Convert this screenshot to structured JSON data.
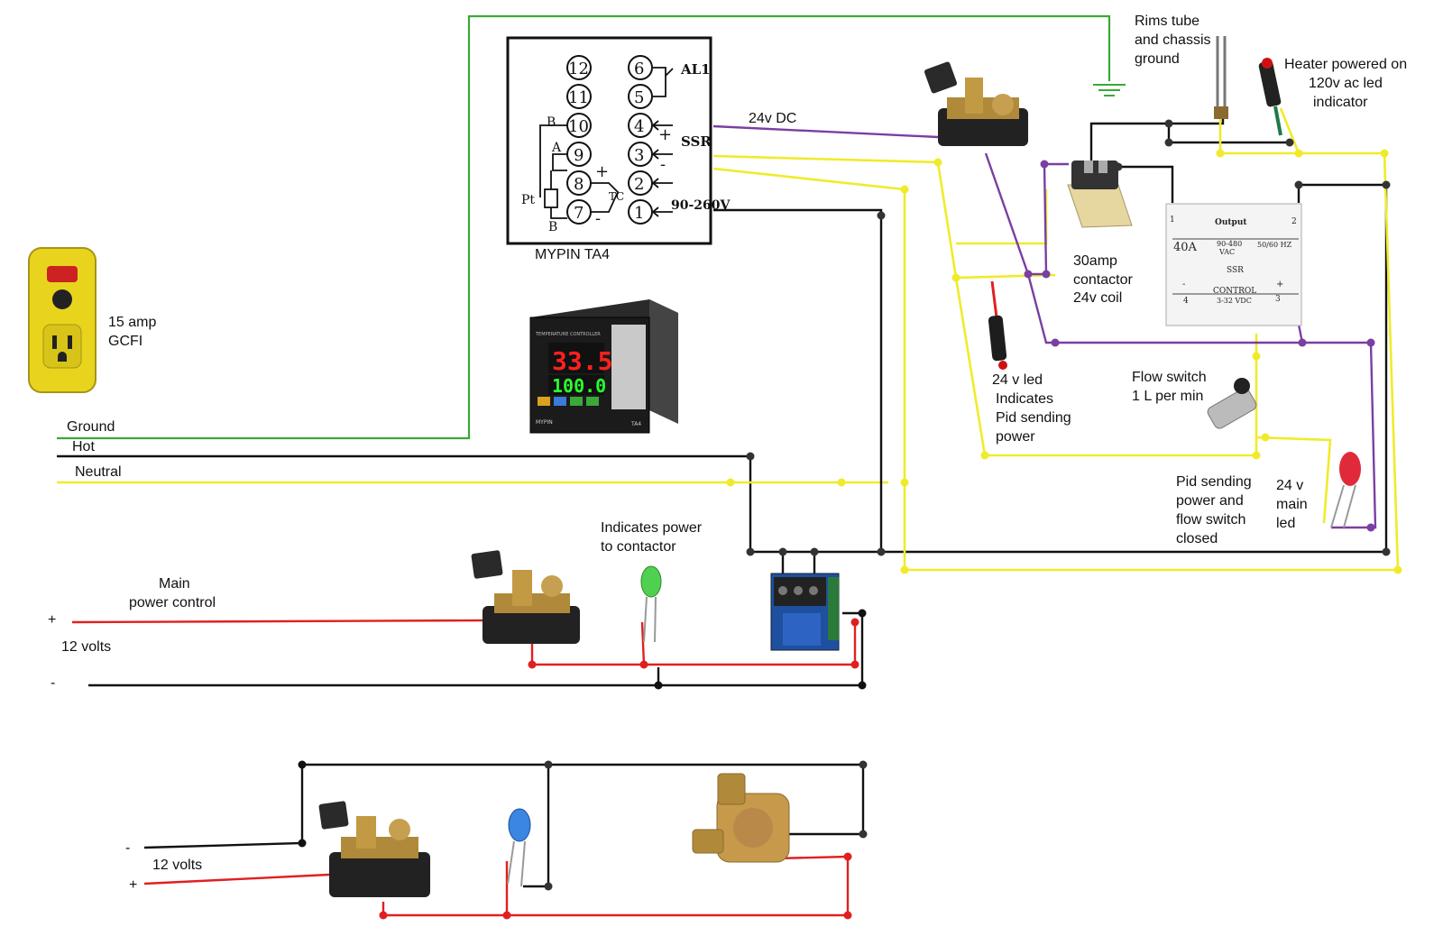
{
  "labels": {
    "gcfi": [
      "15 amp",
      "GCFI"
    ],
    "ground": "Ground",
    "hot": "Hot",
    "neutral": "Neutral",
    "mypin": "MYPIN TA4",
    "dc24": "24v  DC",
    "rims": [
      "Rims tube",
      "and chassis",
      "ground"
    ],
    "heater_led": [
      "Heater powered on",
      "120v ac led",
      "indicator"
    ],
    "contactor": [
      "30amp",
      "contactor",
      "24v coil"
    ],
    "led24": [
      "24 v led",
      "Indicates",
      "Pid sending",
      "power"
    ],
    "flow_switch": [
      "Flow switch",
      "1 L per min"
    ],
    "pid_flow": [
      "Pid sending",
      "power and",
      "flow switch",
      "closed"
    ],
    "main_led": [
      "24 v",
      "main",
      "led"
    ],
    "power_contactor": [
      "Indicates power",
      "to contactor"
    ],
    "main_power": [
      "Main",
      "power control"
    ],
    "plus_top": "+",
    "volts_top": "12 volts",
    "minus_top": "-",
    "minus_bottom": "-",
    "volts_bottom": "12 volts",
    "plus_bottom": "+"
  },
  "pid_terminals": {
    "right_col": [
      "6",
      "5",
      "4",
      "3",
      "2",
      "1"
    ],
    "left_col": [
      "12",
      "11",
      "10",
      "9",
      "8",
      "7"
    ],
    "side_labels": [
      "AL1",
      "SSR",
      "90-260V"
    ],
    "inner_letters": [
      "B",
      "A",
      "TC",
      "Pt",
      "B"
    ],
    "signs": [
      "+",
      "-",
      "+",
      "-"
    ]
  },
  "pid_display": {
    "pv": "33.5",
    "sv": "100.0",
    "model": "TA4",
    "brand": "MYPIN",
    "header": "TEMPERATURE CONTROLLER"
  },
  "ssr_face": {
    "terminals": [
      "1",
      "2",
      "4",
      "3"
    ],
    "output": "Output",
    "rating": "40A",
    "vac": [
      "90-480",
      "VAC"
    ],
    "hz": "50/60 HZ",
    "ssr": "SSR",
    "control": "CONTROL",
    "vdc": "3-32 VDC",
    "signs": [
      "-",
      "+"
    ]
  },
  "colors": {
    "ground_wire": "#3aa83a",
    "hot_wire": "#111111",
    "neutral_wire": "#f0eb2a",
    "dc_wire": "#7a3fa0",
    "twelve_volt": "#e02020"
  }
}
